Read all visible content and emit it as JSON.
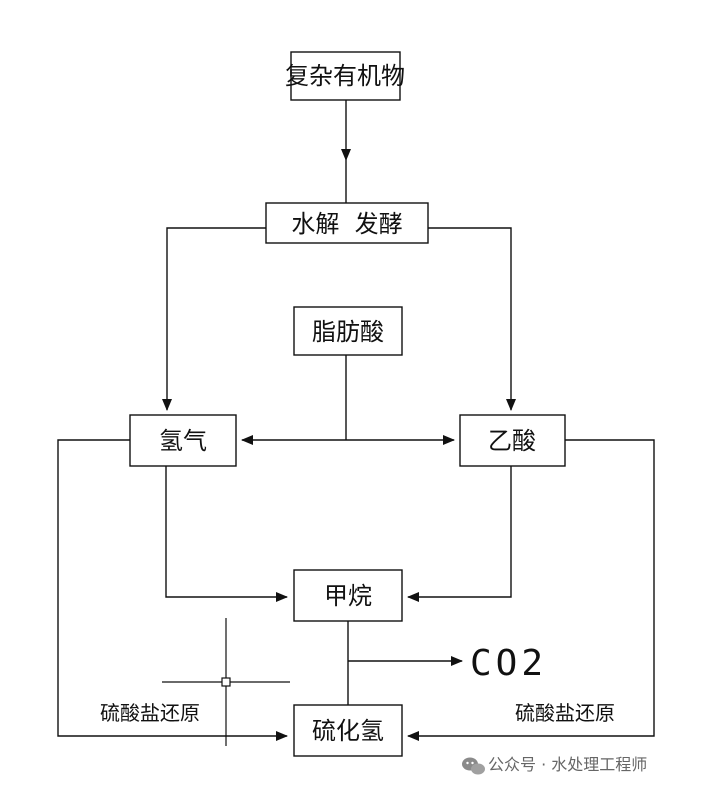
{
  "nodes": {
    "complex_organics": "复杂有机物",
    "hydrolysis_fermentation": "水解  发酵",
    "fatty_acid": "脂肪酸",
    "hydrogen": "氢气",
    "acetic_acid": "乙酸",
    "methane": "甲烷",
    "hydrogen_sulfide": "硫化氢",
    "co2": "CO2"
  },
  "edge_labels": {
    "left_sulfate_reduction": "硫酸盐还原",
    "right_sulfate_reduction": "硫酸盐还原"
  },
  "watermark": {
    "text": "公众号 · 水处理工程师",
    "icon": "wechat-icon"
  }
}
